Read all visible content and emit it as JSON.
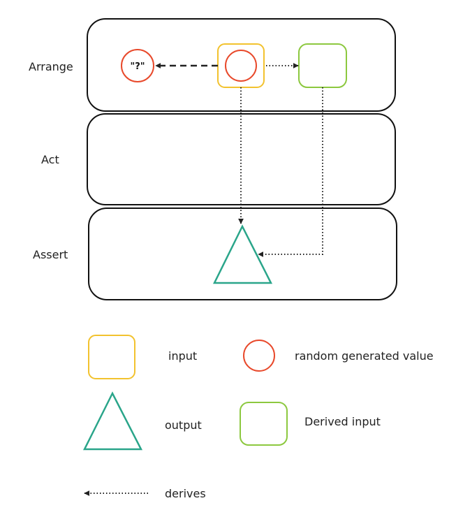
{
  "phases": {
    "arrange": "Arrange",
    "act": "Act",
    "assert": "Assert"
  },
  "random_value_text": "\"?\"",
  "legend": {
    "input": "input",
    "random_generated_value": "random generated value",
    "output": "output",
    "derived_input": "Derived input",
    "derives": "derives"
  },
  "colors": {
    "input": "#f2c22e",
    "random": "#e8492b",
    "derived": "#8cc83f",
    "output": "#2aa58a",
    "stroke": "#111111"
  }
}
